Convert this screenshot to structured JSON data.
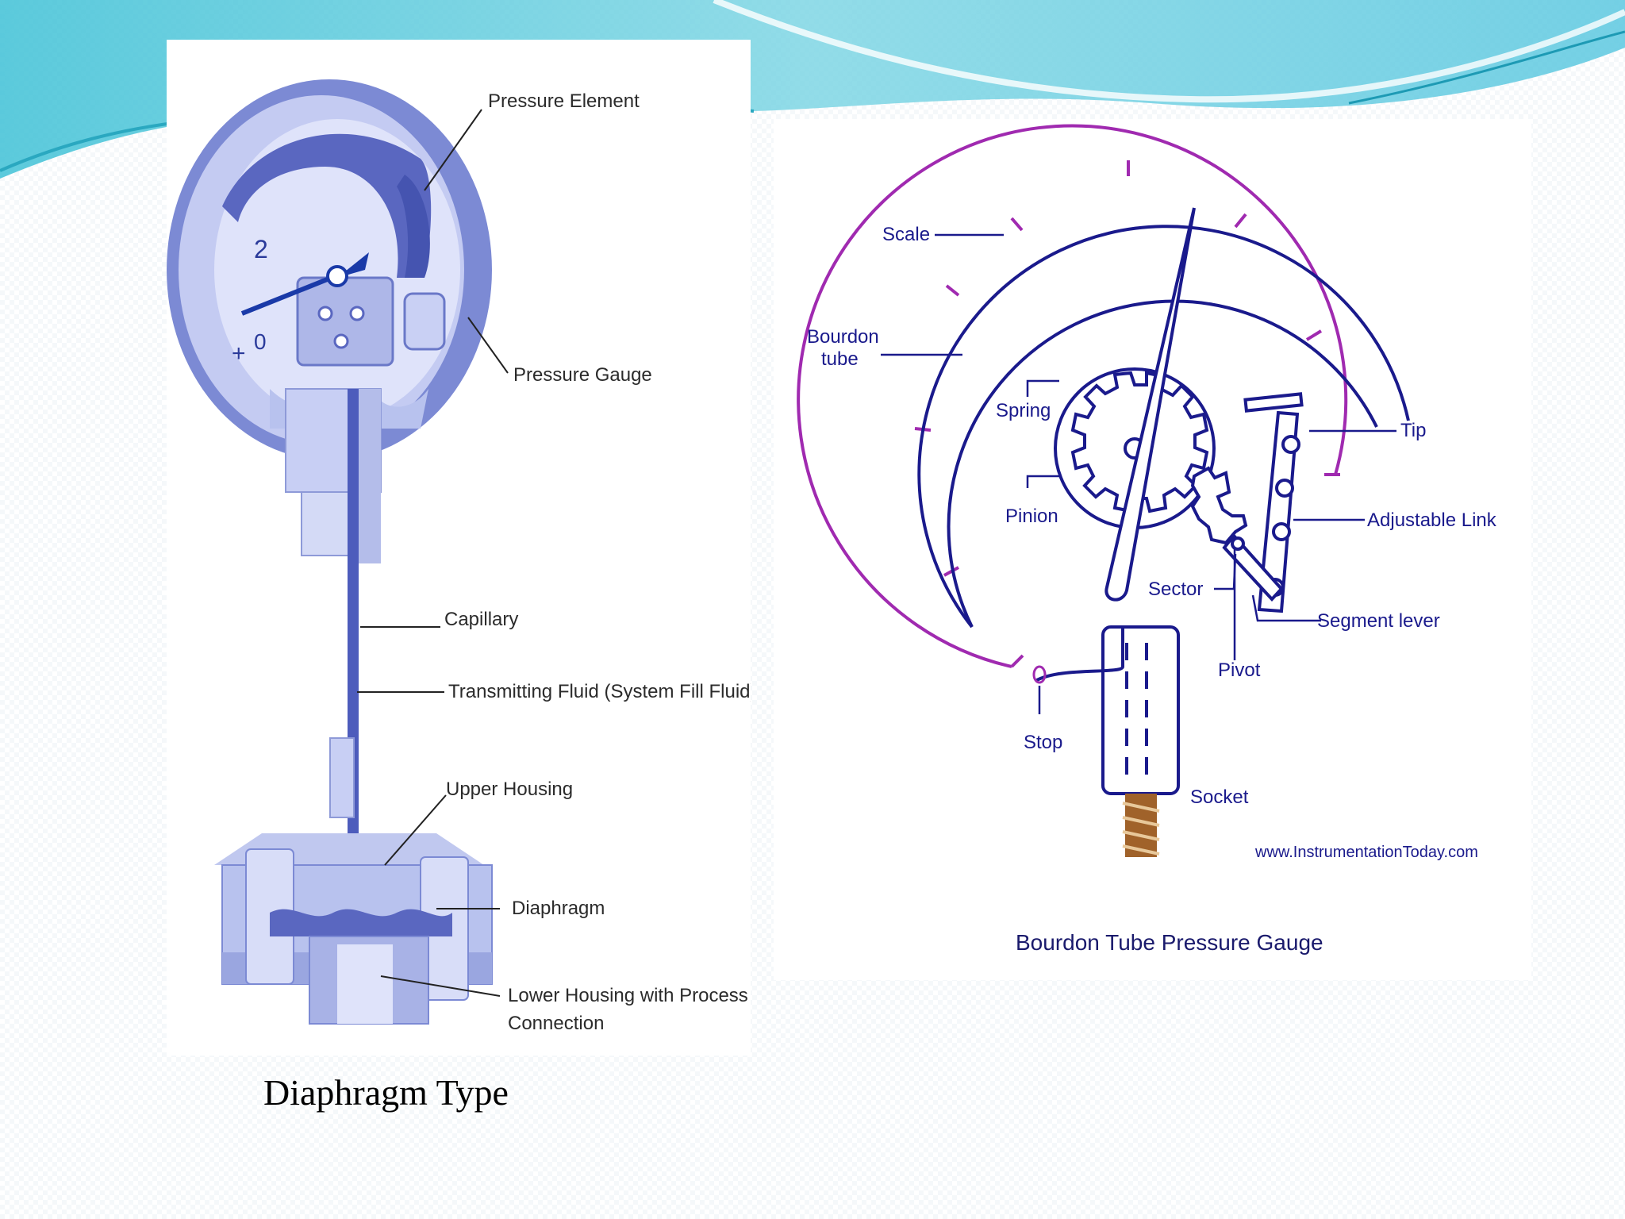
{
  "diaphragm": {
    "caption": "Diaphragm Type",
    "scale_numbers": [
      "2",
      "0"
    ],
    "sign": "+",
    "labels": {
      "pressure_element": "Pressure Element",
      "pressure_gauge": "Pressure Gauge",
      "capillary": "Capillary",
      "transmitting_fluid": "Transmitting Fluid (System Fill Fluid)",
      "upper_housing": "Upper Housing",
      "diaphragm": "Diaphragm",
      "lower_housing_1": "Lower Housing with Process",
      "lower_housing_2": "Connection"
    }
  },
  "bourdon": {
    "title": "Bourdon Tube Pressure Gauge",
    "website": "www.InstrumentationToday.com",
    "labels": {
      "scale": "Scale",
      "bourdon_1": "Bourdon",
      "bourdon_2": "tube",
      "spring": "Spring",
      "pinion": "Pinion",
      "tip": "Tip",
      "adjustable_link": "Adjustable Link",
      "sector": "Sector",
      "segment_lever": "Segment lever",
      "pivot": "Pivot",
      "stop": "Stop",
      "socket": "Socket"
    }
  },
  "colors": {
    "gauge_blue": "#6878c8",
    "gauge_light": "#b8c2ee",
    "diagram_navy": "#1a1a8c",
    "scale_magenta": "#a02ab0",
    "socket_brown": "#a0622a",
    "wave_teal": "#5cc8d8"
  }
}
